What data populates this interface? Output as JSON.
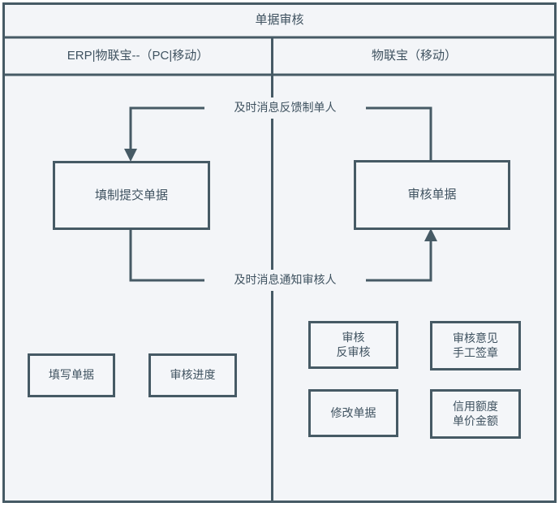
{
  "diagram": {
    "title": "单据审核",
    "lanes": [
      {
        "id": "lane-left",
        "label": "ERP|物联宝--（PC|移动）"
      },
      {
        "id": "lane-right",
        "label": "物联宝（移动）"
      }
    ],
    "nodes": [
      {
        "id": "node-fill-submit-doc",
        "label": "填制提交单据"
      },
      {
        "id": "node-review-doc",
        "label": "审核单据"
      },
      {
        "id": "node-write-doc",
        "label": "填写单据"
      },
      {
        "id": "node-review-progress",
        "label": "审核进度"
      },
      {
        "id": "node-review-unreview",
        "label": "审核\n反审核"
      },
      {
        "id": "node-review-opinion",
        "label": "审核意见\n手工签章"
      },
      {
        "id": "node-modify-doc",
        "label": "修改单据"
      },
      {
        "id": "node-credit-amount",
        "label": "信用额度\n单价金额"
      }
    ],
    "edges": [
      {
        "id": "edge-feedback-to-creator",
        "label": "及时消息反馈制单人",
        "direction": "right-to-left"
      },
      {
        "id": "edge-notify-reviewer",
        "label": "及时消息通知审核人",
        "direction": "left-to-right"
      }
    ],
    "colors": {
      "stroke": "#465a65",
      "node_fill": "#f4f6f9",
      "canvas_fill": "#f3f5f8",
      "text": "#3f5260"
    }
  }
}
